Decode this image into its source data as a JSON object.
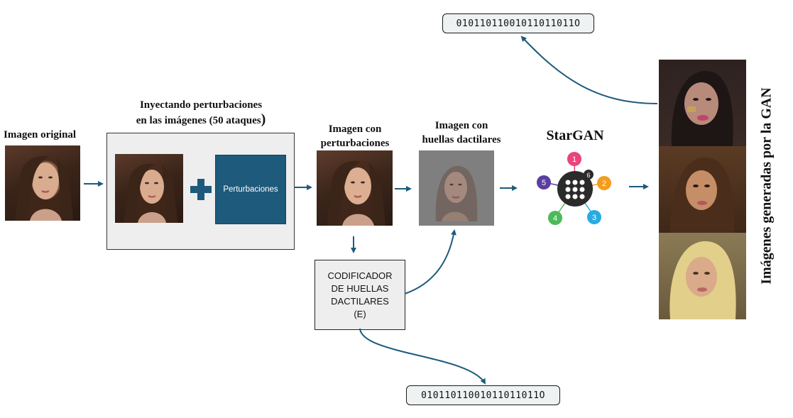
{
  "labels": {
    "original": "Imagen original",
    "injecting_line1": "Inyectando perturbaciones",
    "injecting_line2": "en las imágenes (50 ataques",
    "injecting_paren": ")",
    "perturbed_line1": "Imagen con",
    "perturbed_line2": "perturbaciones",
    "fingerprinted_line1": "Imagen con",
    "fingerprinted_line2": "huellas dactilares",
    "stargan": "StarGAN",
    "generated": "Imágenes generadas por la GAN"
  },
  "perturbation_box": "Perturbaciones",
  "encoder": {
    "line1": "CODIFICADOR",
    "line2": "DE HUELLAS",
    "line3": "DACTILARES",
    "line4": "(E)"
  },
  "codes": {
    "top": "01011011001011011011O",
    "bottom": "01011011001011011011O"
  },
  "stargan_nodes": [
    "1",
    "2",
    "3",
    "4",
    "5",
    "6"
  ],
  "colors": {
    "accent": "#1d5a7c",
    "node1": "#e8457a",
    "node2": "#f39c1f",
    "node3": "#29abe2",
    "node4": "#4cba5a",
    "node5": "#5a3fa0",
    "hub": "#2b2b2b"
  }
}
